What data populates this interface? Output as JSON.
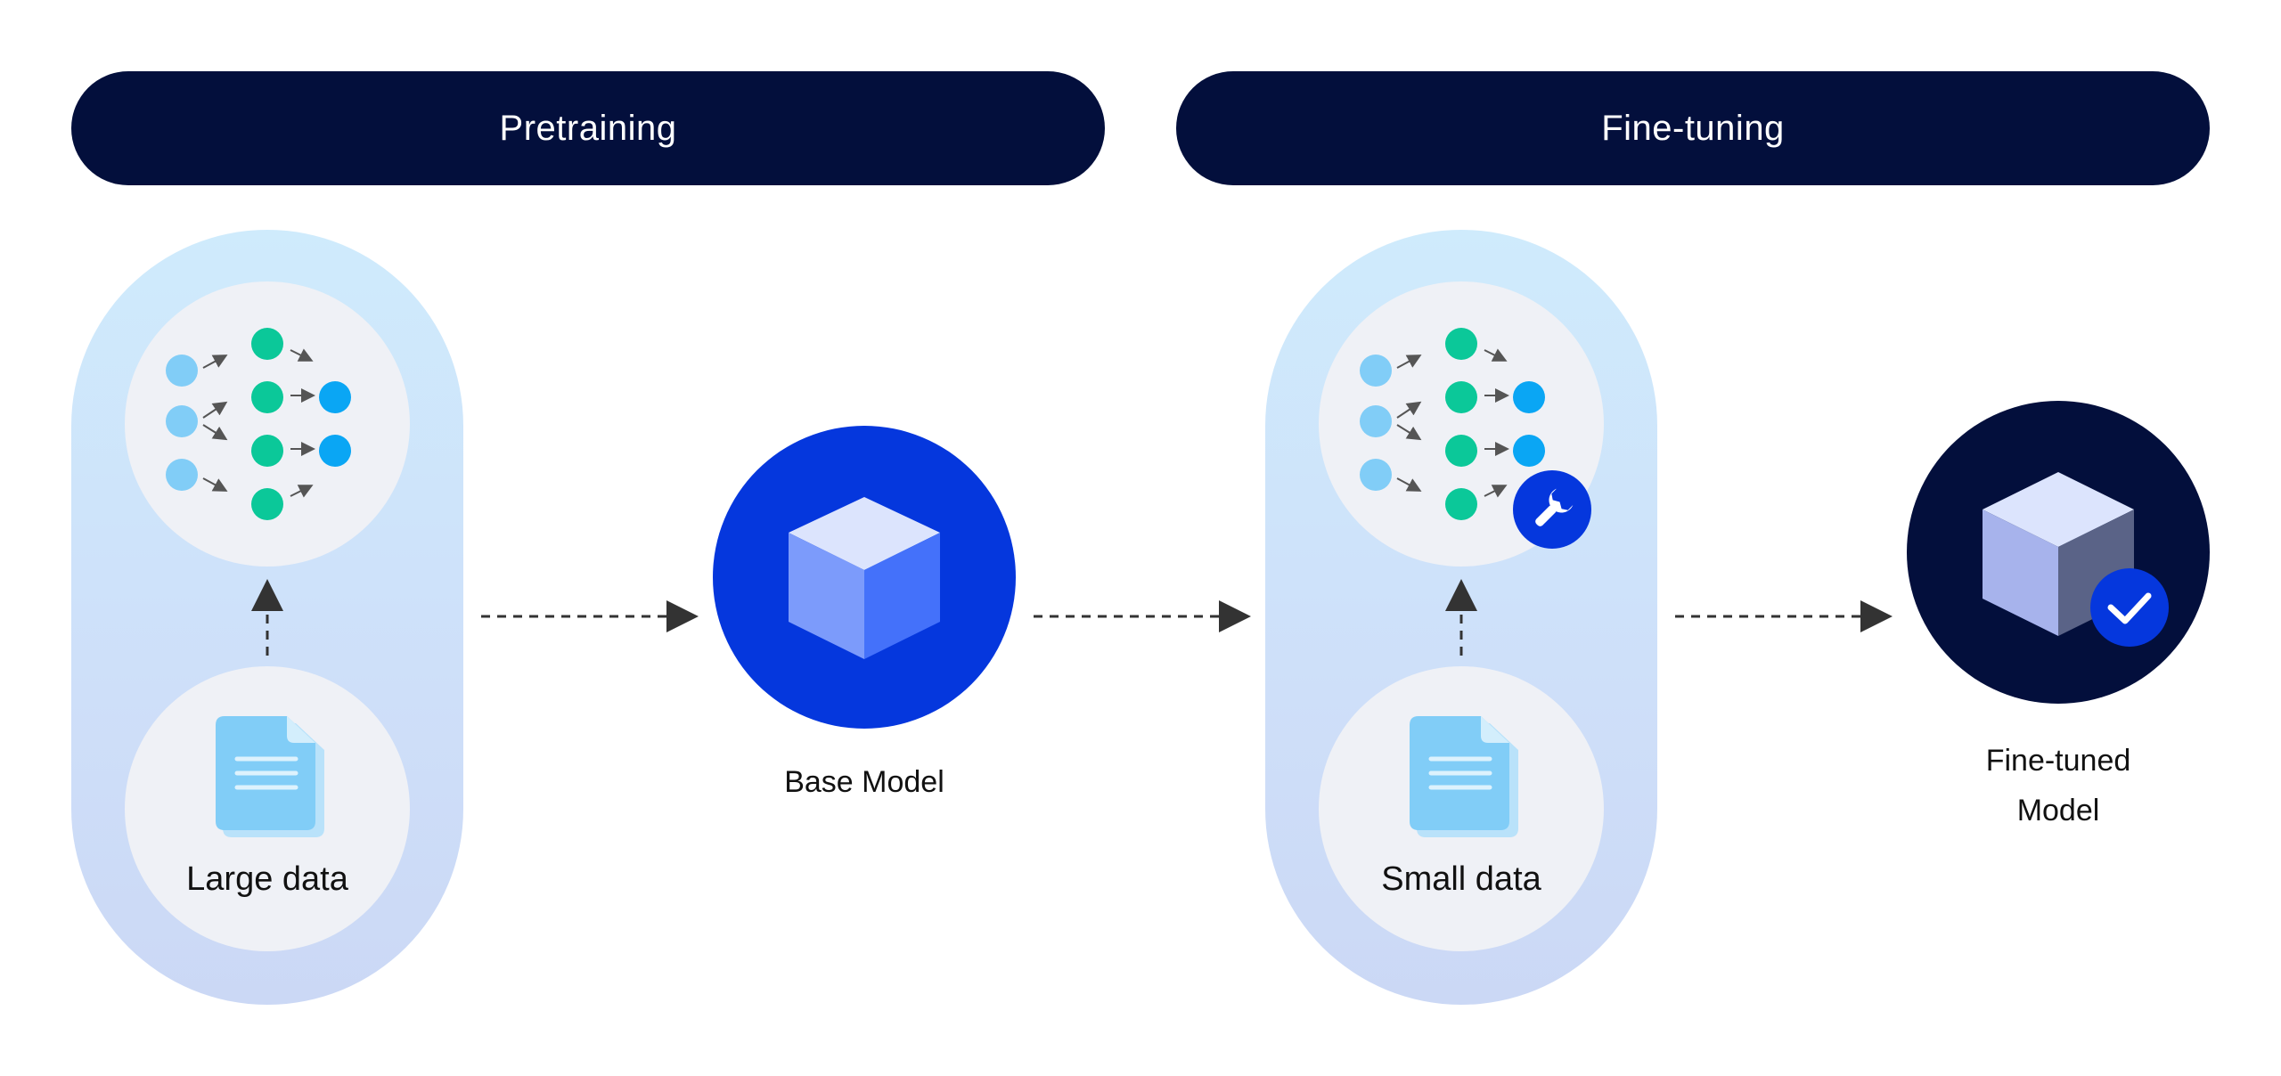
{
  "phases": {
    "pretraining": "Pretraining",
    "finetuning": "Fine-tuning"
  },
  "data_labels": {
    "large": "Large data",
    "small": "Small data"
  },
  "models": {
    "base": "Base Model",
    "finetuned_line1": "Fine-tuned",
    "finetuned_line2": "Model"
  },
  "icons": {
    "network": "neural-network-icon",
    "document": "document-icon",
    "cube": "cube-icon",
    "wrench": "wrench-icon",
    "check": "checkmark-icon"
  },
  "colors": {
    "banner": "#030F3C",
    "base_model": "#0537DD",
    "finetuned_model": "#030F3C",
    "node_input": "#81CDF7",
    "node_hidden": "#0BC899",
    "node_output": "#0AA6F4"
  }
}
